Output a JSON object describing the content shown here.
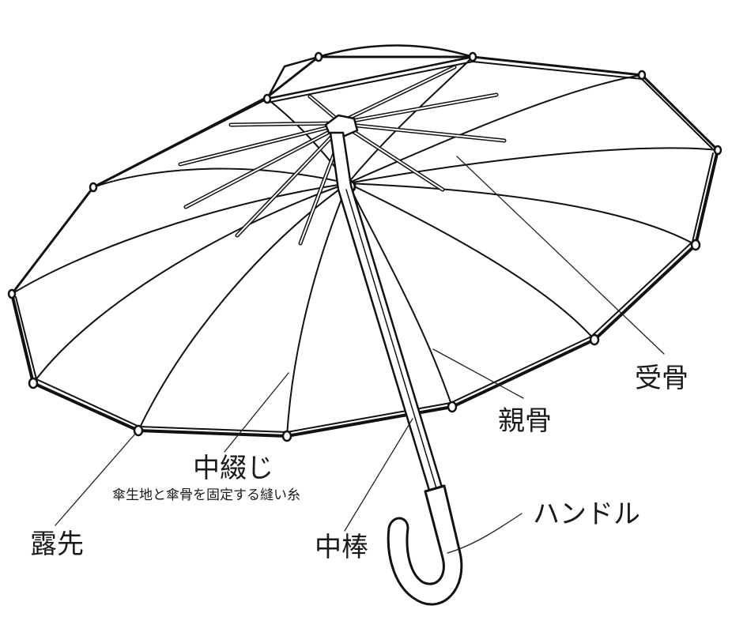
{
  "labels": {
    "ukebone": "受骨",
    "oyabone": "親骨",
    "nakatoji": "中綴じ",
    "nakatoji_desc": "傘生地と傘骨を固定する縫い糸",
    "tsuyusaki": "露先",
    "nakabou": "中棒",
    "handle": "ハンドル"
  },
  "colors": {
    "ink": "#111111",
    "leader": "#222222",
    "background": "#ffffff"
  }
}
